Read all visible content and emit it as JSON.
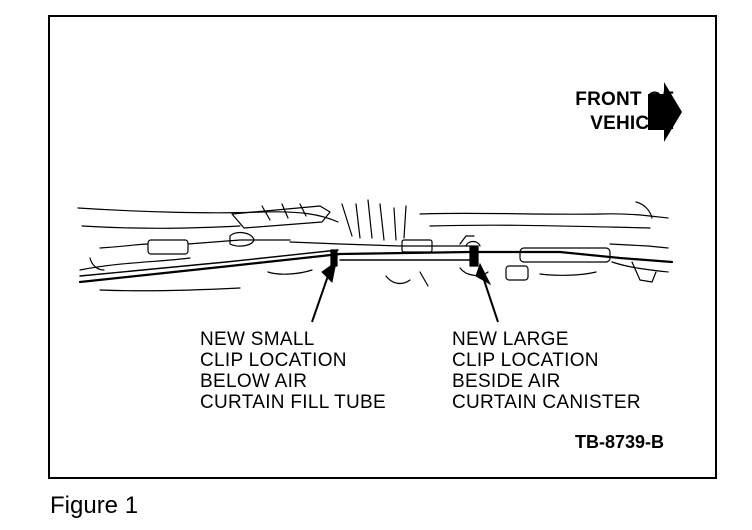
{
  "diagram": {
    "direction": {
      "line1": "FRONT OF",
      "line2": "VEHICLE"
    },
    "callouts": [
      {
        "lines": [
          "NEW SMALL",
          "CLIP LOCATION",
          "BELOW AIR",
          "CURTAIN FILL TUBE"
        ]
      },
      {
        "lines": [
          "NEW LARGE",
          "CLIP LOCATION",
          "BESIDE AIR",
          "CURTAIN CANISTER"
        ]
      }
    ],
    "figure_code": "TB-8739-B"
  },
  "caption": "Figure 1"
}
